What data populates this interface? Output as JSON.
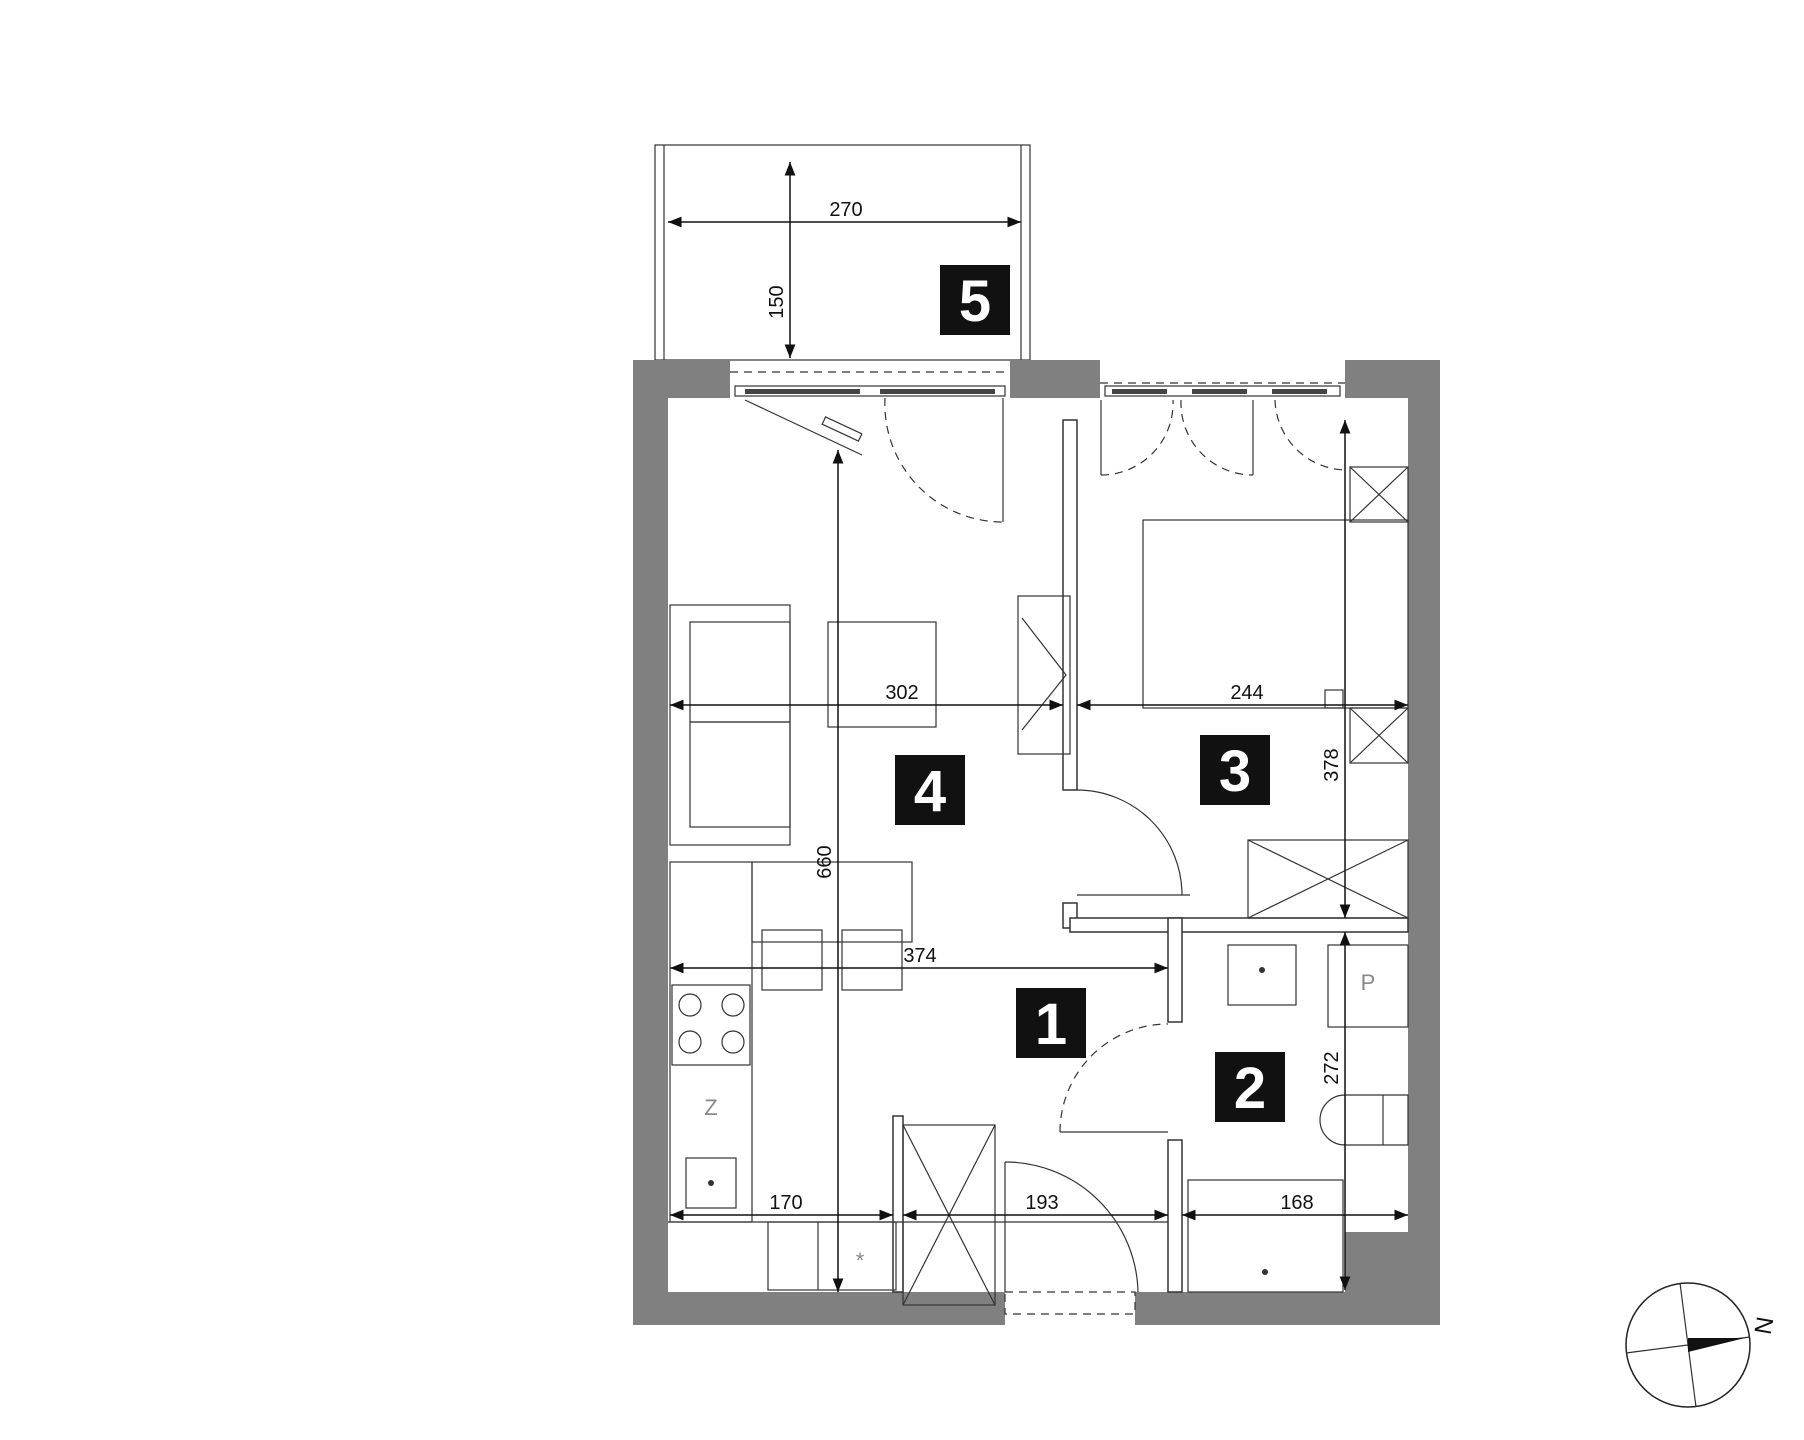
{
  "rooms": [
    {
      "number": "1"
    },
    {
      "number": "2"
    },
    {
      "number": "3"
    },
    {
      "number": "4"
    },
    {
      "number": "5"
    }
  ],
  "dimensions": {
    "balcony_width": "270",
    "balcony_depth": "150",
    "living_width": "302",
    "bedroom_width": "244",
    "bedroom_depth": "378",
    "total_depth": "660",
    "hall_width": "374",
    "kitchen_width": "170",
    "entry_width": "193",
    "bath_width": "168",
    "bath_depth": "272"
  },
  "fixtures": {
    "washer_label": "P",
    "fridge_label": "Z"
  },
  "compass": {
    "north_label": "N"
  },
  "colors": {
    "wall": "#808080",
    "label_bg": "#111111"
  }
}
